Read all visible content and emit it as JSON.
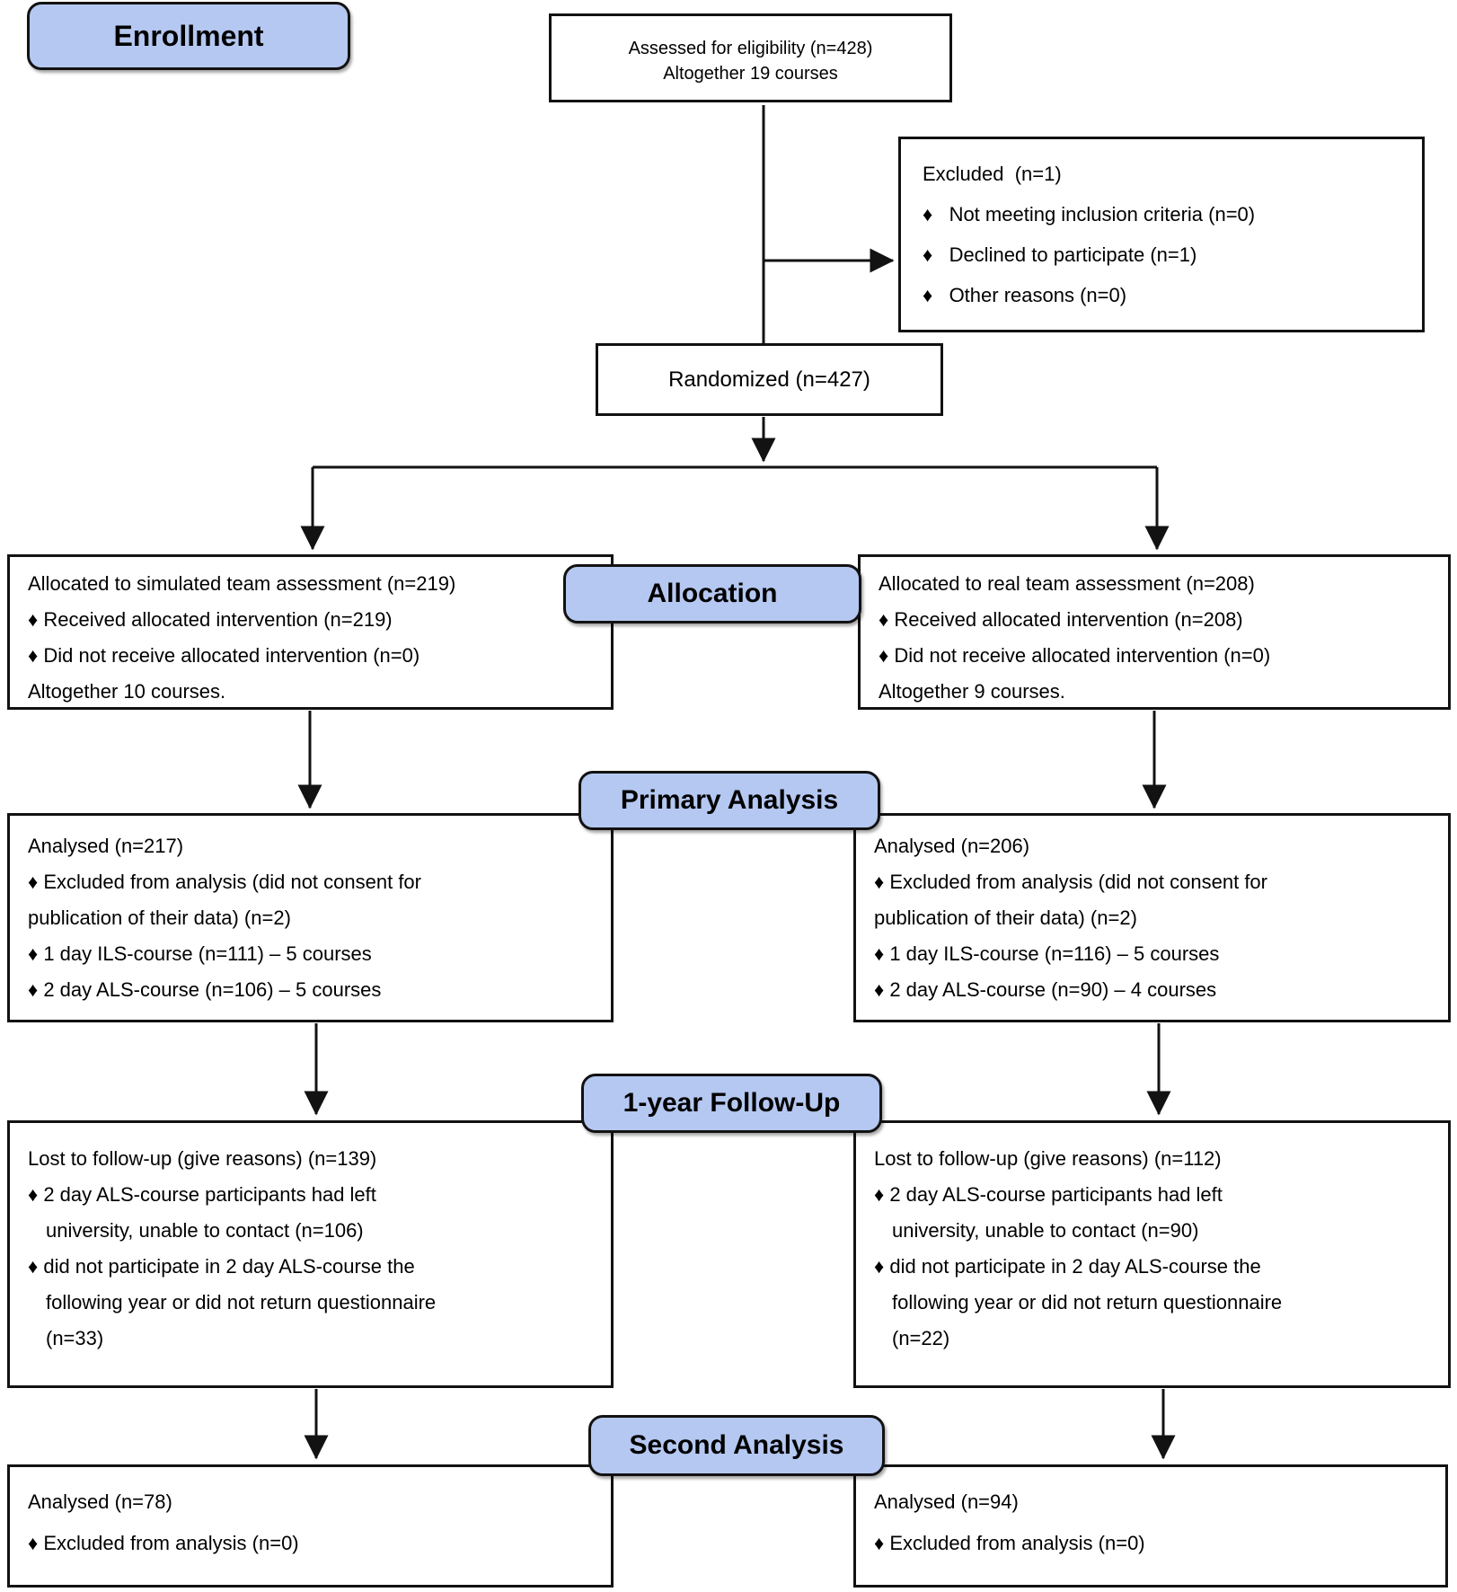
{
  "colors": {
    "label_fill": "#b5c8f1",
    "border": "#121212",
    "background": "#ffffff",
    "text": "#000000"
  },
  "labels": {
    "enrollment": "Enrollment",
    "allocation": "Allocation",
    "primary": "Primary Analysis",
    "followup": "1-year Follow-Up",
    "second": "Second Analysis"
  },
  "boxes": {
    "assessed": {
      "lines": [
        "Assessed for eligibility (n=428)",
        "Altogether 19 courses"
      ]
    },
    "excluded": {
      "lines": [
        "Excluded  (n=1)",
        "♦   Not meeting inclusion criteria (n=0)",
        "♦   Declined to participate (n=1)",
        "♦   Other reasons (n=0)"
      ]
    },
    "randomized": {
      "text": "Randomized (n=427)"
    },
    "alloc_left": {
      "lines": [
        "Allocated to simulated team assessment (n=219)",
        "♦ Received allocated intervention (n=219)",
        "♦ Did not receive allocated intervention (n=0)",
        "Altogether 10 courses."
      ]
    },
    "alloc_right": {
      "lines": [
        "Allocated to real team assessment (n=208)",
        "♦ Received allocated intervention (n=208)",
        "♦ Did not receive allocated intervention (n=0)",
        "Altogether 9 courses."
      ]
    },
    "primary_left": {
      "lines": [
        "Analysed (n=217)",
        "♦ Excluded from analysis (did not consent for",
        "publication of their data) (n=2)",
        "♦ 1 day ILS-course (n=111) – 5 courses",
        "♦ 2 day ALS-course (n=106) – 5 courses"
      ]
    },
    "primary_right": {
      "lines": [
        "Analysed (n=206)",
        "♦ Excluded from analysis (did not consent for",
        "publication of their data) (n=2)",
        "♦ 1 day ILS-course (n=116) – 5 courses",
        "♦ 2 day ALS-course (n=90) – 4 courses"
      ]
    },
    "followup_left": {
      "lines": [
        "Lost to follow-up (give reasons) (n=139)",
        "♦ 2 day ALS-course participants had left",
        "university, unable to contact (n=106)",
        "♦ did not participate in 2 day ALS-course the",
        "following year or did not return questionnaire",
        "(n=33)"
      ]
    },
    "followup_right": {
      "lines": [
        "Lost to follow-up (give reasons) (n=112)",
        "♦ 2 day ALS-course participants had left",
        "university, unable to contact (n=90)",
        "♦ did not participate in 2 day ALS-course the",
        "following year or did not return questionnaire",
        "(n=22)"
      ]
    },
    "second_left": {
      "lines": [
        "Analysed (n=78)",
        "♦ Excluded from analysis (n=0)"
      ]
    },
    "second_right": {
      "lines": [
        "Analysed (n=94)",
        "♦ Excluded from analysis (n=0)"
      ]
    }
  }
}
